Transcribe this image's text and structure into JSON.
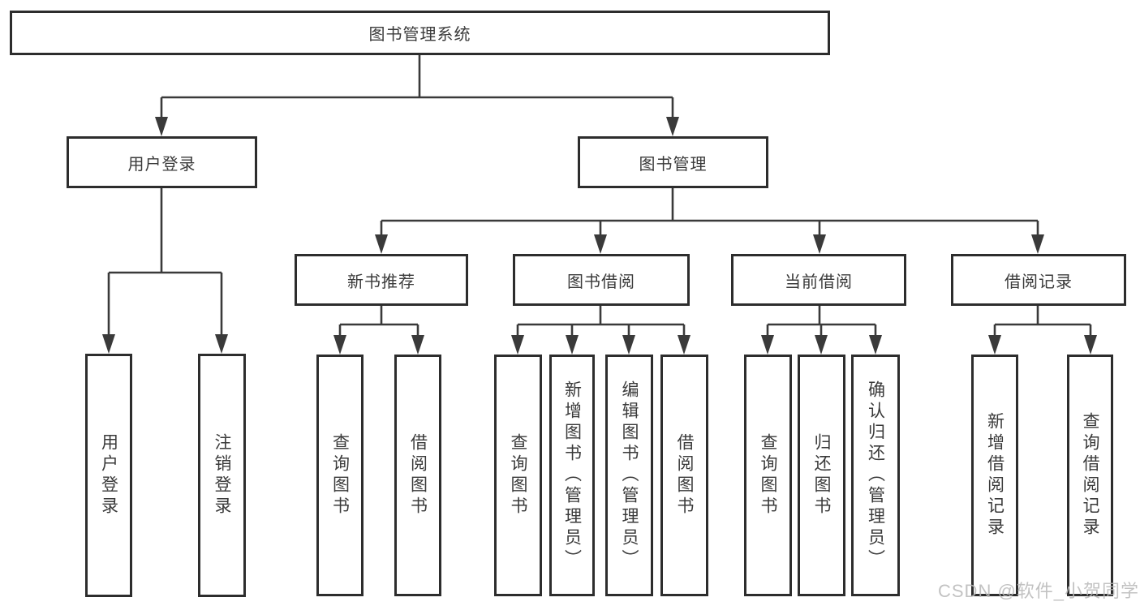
{
  "diagram": {
    "type": "hierarchy-tree",
    "colors": {
      "background": "#ffffff",
      "box_border": "#2d2d2d",
      "line": "#3a3a3a",
      "text": "#3a3a3a",
      "watermark": "#b8b8b8"
    },
    "tree": {
      "label": "图书管理系统",
      "children": [
        {
          "label": "用户登录",
          "children": [
            {
              "label": "用户登录"
            },
            {
              "label": "注销登录"
            }
          ]
        },
        {
          "label": "图书管理",
          "children": [
            {
              "label": "新书推荐",
              "children": [
                {
                  "label": "查询图书"
                },
                {
                  "label": "借阅图书"
                }
              ]
            },
            {
              "label": "图书借阅",
              "children": [
                {
                  "label": "查询图书"
                },
                {
                  "label": "新增图书（管理员）"
                },
                {
                  "label": "编辑图书（管理员）"
                },
                {
                  "label": "借阅图书"
                }
              ]
            },
            {
              "label": "当前借阅",
              "children": [
                {
                  "label": "查询图书"
                },
                {
                  "label": "归还图书"
                },
                {
                  "label": "确认归还（管理员）"
                }
              ]
            },
            {
              "label": "借阅记录",
              "children": [
                {
                  "label": "新增借阅记录"
                },
                {
                  "label": "查询借阅记录"
                }
              ]
            }
          ]
        }
      ]
    },
    "watermark": {
      "text": "CSDN @软件_小贺同学"
    }
  }
}
